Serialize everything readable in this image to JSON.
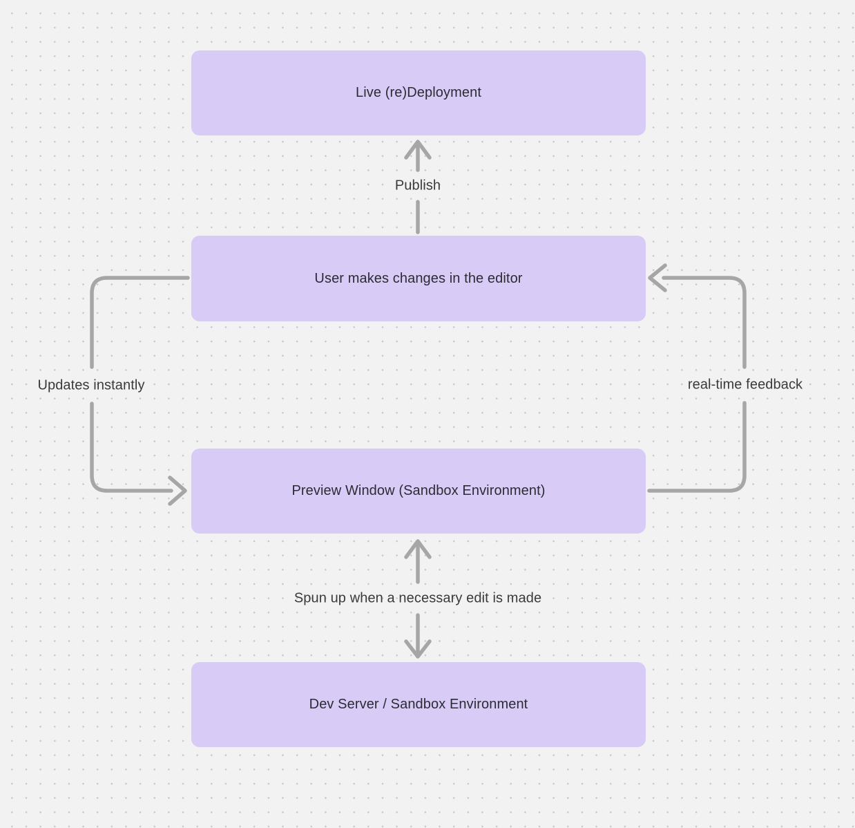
{
  "diagram": {
    "title": "editor-deployment-flow",
    "nodes": [
      {
        "id": "live-redeployment",
        "label": "Live (re)Deployment"
      },
      {
        "id": "user-editor",
        "label": "User makes changes in the editor"
      },
      {
        "id": "preview-window",
        "label": "Preview Window (Sandbox Environment)"
      },
      {
        "id": "dev-server",
        "label": "Dev Server / Sandbox Environment"
      }
    ],
    "edges": [
      {
        "id": "publish",
        "label": "Publish",
        "from": "user-editor",
        "to": "live-redeployment",
        "direction": "up"
      },
      {
        "id": "updates-instantly",
        "label": "Updates instantly",
        "from": "user-editor",
        "to": "preview-window",
        "direction": "down-left-loop"
      },
      {
        "id": "real-time-feedback",
        "label": "real-time feedback",
        "from": "preview-window",
        "to": "user-editor",
        "direction": "up-right-loop"
      },
      {
        "id": "spun-up",
        "label": "Spun up when a necessary edit is made",
        "from": "dev-server",
        "to": "preview-window",
        "direction": "bidirectional"
      }
    ],
    "colors": {
      "background": "#f2f2f3",
      "dot_grid": "#c7c7c9",
      "node_fill": "#d8ccf7",
      "node_text": "#2b2b33",
      "arrow": "#a6a6a6",
      "edge_label_text": "#3a3a3a"
    }
  }
}
